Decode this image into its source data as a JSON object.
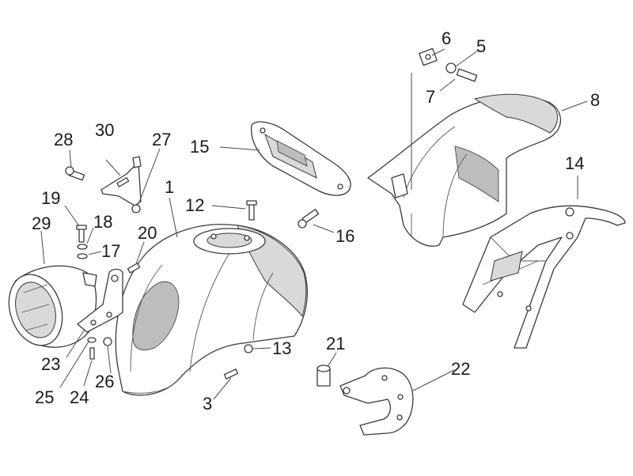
{
  "diagram": {
    "callouts": [
      {
        "id": "c1",
        "label": "1"
      },
      {
        "id": "c3",
        "label": "3"
      },
      {
        "id": "c5",
        "label": "5"
      },
      {
        "id": "c6",
        "label": "6"
      },
      {
        "id": "c7",
        "label": "7"
      },
      {
        "id": "c8",
        "label": "8"
      },
      {
        "id": "c12",
        "label": "12"
      },
      {
        "id": "c13",
        "label": "13"
      },
      {
        "id": "c14",
        "label": "14"
      },
      {
        "id": "c15",
        "label": "15"
      },
      {
        "id": "c16",
        "label": "16"
      },
      {
        "id": "c17",
        "label": "17"
      },
      {
        "id": "c18",
        "label": "18"
      },
      {
        "id": "c19",
        "label": "19"
      },
      {
        "id": "c20",
        "label": "20"
      },
      {
        "id": "c21",
        "label": "21"
      },
      {
        "id": "c22",
        "label": "22"
      },
      {
        "id": "c23",
        "label": "23"
      },
      {
        "id": "c24",
        "label": "24"
      },
      {
        "id": "c25",
        "label": "25"
      },
      {
        "id": "c26",
        "label": "26"
      },
      {
        "id": "c27",
        "label": "27"
      },
      {
        "id": "c28",
        "label": "28"
      },
      {
        "id": "c29",
        "label": "29"
      },
      {
        "id": "c30",
        "label": "30"
      }
    ]
  }
}
